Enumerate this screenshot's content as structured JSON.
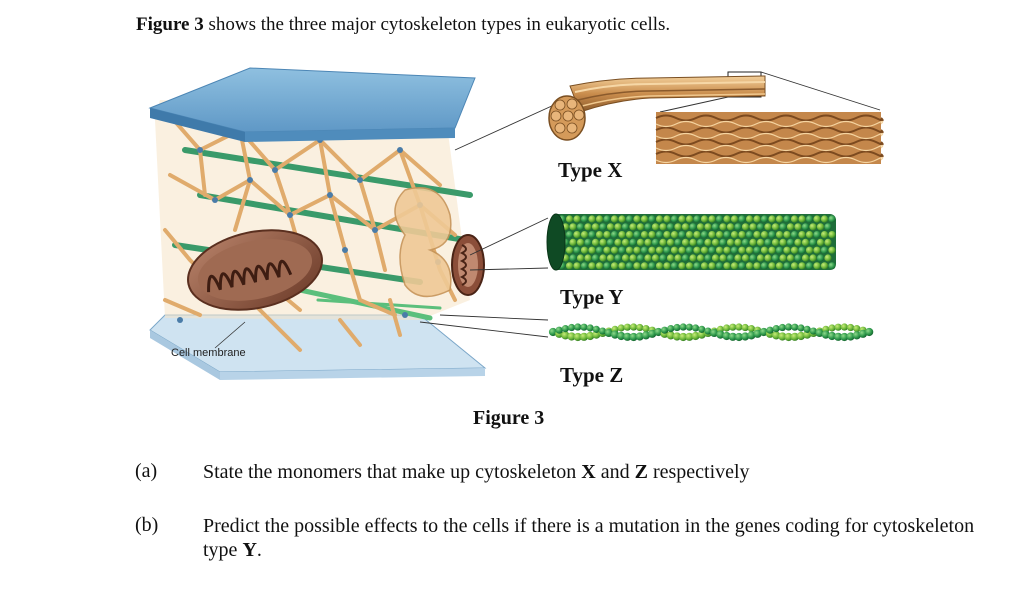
{
  "intro": {
    "figure_ref": "Figure 3",
    "text": " shows the three major cytoskeleton types in eukaryotic cells."
  },
  "figure": {
    "labels": {
      "type_x": "Type X",
      "type_y": "Type Y",
      "type_z": "Type Z",
      "cell_membrane": "Cell membrane"
    },
    "caption": "Figure 3"
  },
  "questions": [
    {
      "letter": "(a)",
      "text_before": "State the monomers that make up cytoskeleton ",
      "bold_1": "X",
      "text_middle": " and ",
      "bold_2": "Z",
      "text_after": " respectively"
    },
    {
      "letter": "(b)",
      "text_before": "Predict the possible effects to the cells if there is a mutation in the genes coding for cytoskeleton type ",
      "bold_1": "Y",
      "text_after": "."
    }
  ]
}
